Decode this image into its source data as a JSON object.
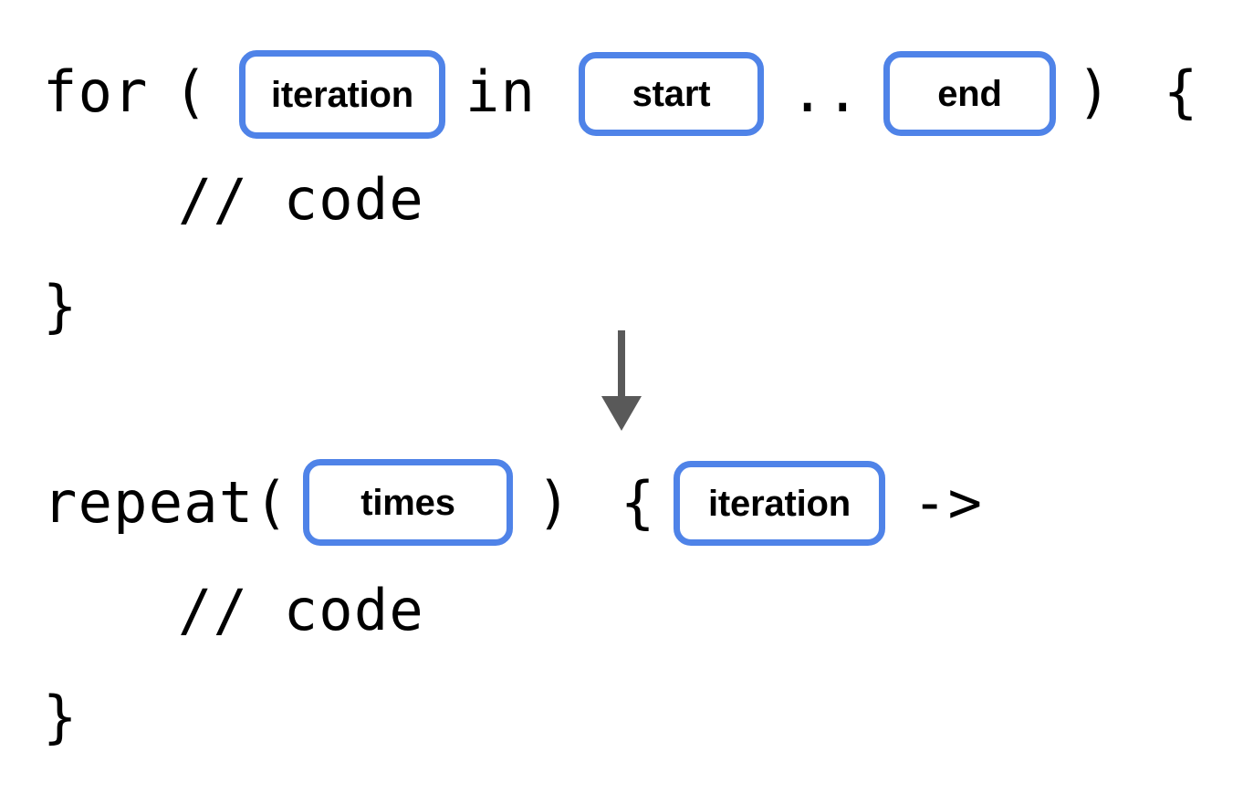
{
  "diagram": {
    "title_semantic": "for-loop to repeat-loop transformation",
    "accent_color": "#4f83e8",
    "text_color": "#000000",
    "arrow_color": "#595959",
    "background_color": "#ffffff"
  },
  "before": {
    "line1": {
      "keyword": "for",
      "open_paren": "(",
      "token_iteration": "iteration",
      "in_keyword": "in",
      "token_start": "start",
      "range_operator": "..",
      "token_end": "end",
      "close_paren": ")",
      "open_brace": "{"
    },
    "line2_comment": "// code",
    "line3_close_brace": "}"
  },
  "arrow": {
    "name": "downward-arrow",
    "direction": "down"
  },
  "after": {
    "line1": {
      "keyword_call": "repeat(",
      "token_times": "times",
      "close_paren": ")",
      "open_brace": "{",
      "token_iteration": "iteration",
      "lambda_arrow": "->"
    },
    "line2_comment": "// code",
    "line3_close_brace": "}"
  }
}
